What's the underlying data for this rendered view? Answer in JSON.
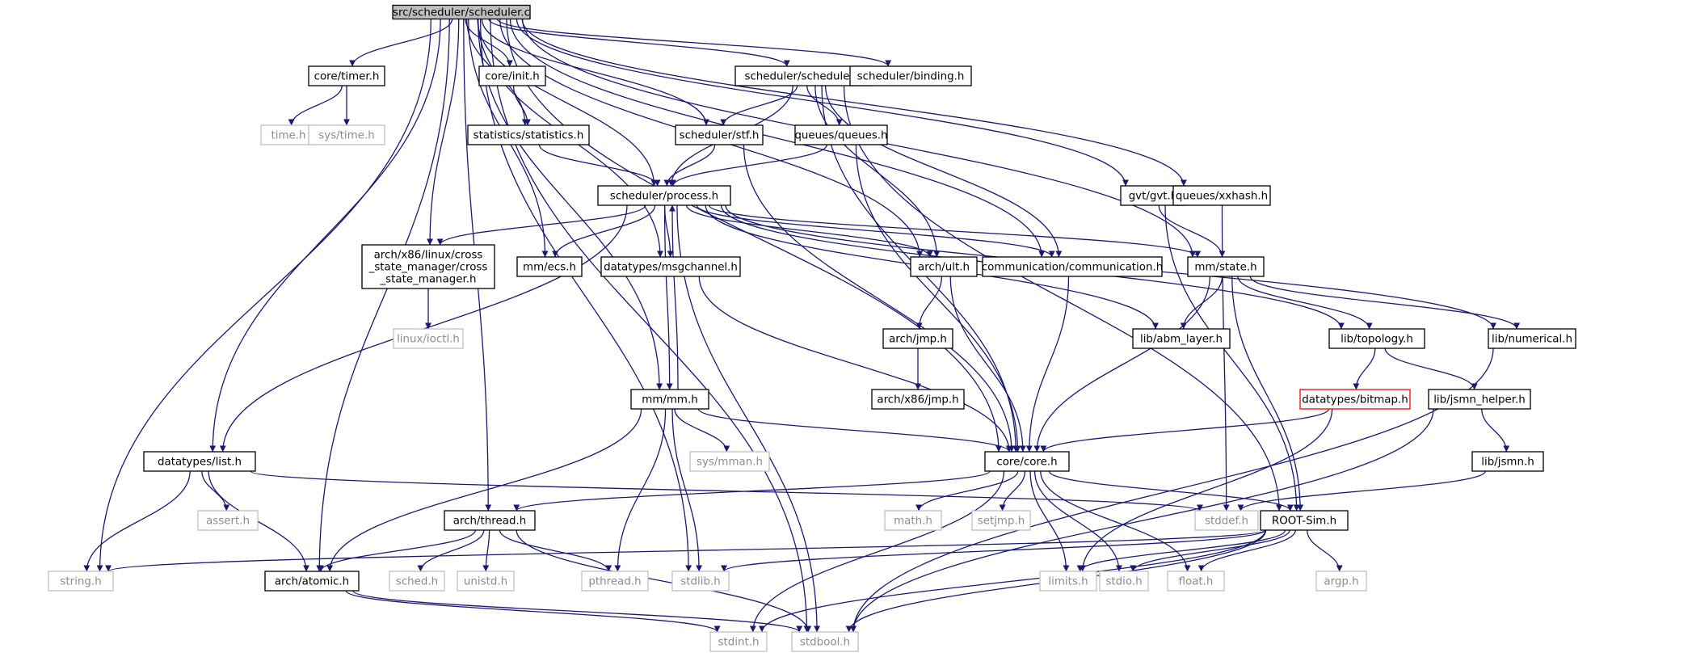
{
  "title": "src/scheduler/scheduler.c",
  "colors": {
    "edge": "#191970",
    "node_border": "#000000",
    "system_header_border": "#bfbfbf",
    "system_header_text": "#8c8c8c",
    "root_fill": "#bfbfbf",
    "missing_border": "#ff0000",
    "background": "#ffffff"
  },
  "nodes": [
    {
      "id": "root",
      "label": "src/scheduler/scheduler.c",
      "kind": "root"
    },
    {
      "id": "timer",
      "label": "core/timer.h",
      "kind": "file"
    },
    {
      "id": "time",
      "label": "time.h",
      "kind": "system"
    },
    {
      "id": "systime",
      "label": "sys/time.h",
      "kind": "system"
    },
    {
      "id": "init",
      "label": "core/init.h",
      "kind": "file"
    },
    {
      "id": "statistics",
      "label": "statistics/statistics.h",
      "kind": "file"
    },
    {
      "id": "schedh",
      "label": "scheduler/scheduler.h",
      "kind": "file"
    },
    {
      "id": "binding",
      "label": "scheduler/binding.h",
      "kind": "file"
    },
    {
      "id": "stf",
      "label": "scheduler/stf.h",
      "kind": "file"
    },
    {
      "id": "queues",
      "label": "queues/queues.h",
      "kind": "file"
    },
    {
      "id": "gvt",
      "label": "gvt/gvt.h",
      "kind": "file"
    },
    {
      "id": "xxhash",
      "label": "queues/xxhash.h",
      "kind": "file"
    },
    {
      "id": "process",
      "label": "scheduler/process.h",
      "kind": "file"
    },
    {
      "id": "csm",
      "label": "arch/x86/linux/cross\n_state_manager/cross\n_state_manager.h",
      "kind": "file"
    },
    {
      "id": "ecs",
      "label": "mm/ecs.h",
      "kind": "file"
    },
    {
      "id": "msgchannel",
      "label": "datatypes/msgchannel.h",
      "kind": "file"
    },
    {
      "id": "ult",
      "label": "arch/ult.h",
      "kind": "file"
    },
    {
      "id": "comm",
      "label": "communication/communication.h",
      "kind": "file"
    },
    {
      "id": "state",
      "label": "mm/state.h",
      "kind": "file"
    },
    {
      "id": "ioctl",
      "label": "linux/ioctl.h",
      "kind": "system"
    },
    {
      "id": "jmp",
      "label": "arch/jmp.h",
      "kind": "file"
    },
    {
      "id": "abm",
      "label": "lib/abm_layer.h",
      "kind": "file"
    },
    {
      "id": "topology",
      "label": "lib/topology.h",
      "kind": "file"
    },
    {
      "id": "numerical",
      "label": "lib/numerical.h",
      "kind": "file"
    },
    {
      "id": "x86jmp",
      "label": "arch/x86/jmp.h",
      "kind": "file"
    },
    {
      "id": "mm",
      "label": "mm/mm.h",
      "kind": "file"
    },
    {
      "id": "bitmap",
      "label": "datatypes/bitmap.h",
      "kind": "missing"
    },
    {
      "id": "jsmnhelper",
      "label": "lib/jsmn_helper.h",
      "kind": "file"
    },
    {
      "id": "list",
      "label": "datatypes/list.h",
      "kind": "file"
    },
    {
      "id": "sysmman",
      "label": "sys/mman.h",
      "kind": "system"
    },
    {
      "id": "core",
      "label": "core/core.h",
      "kind": "file"
    },
    {
      "id": "jsmn",
      "label": "lib/jsmn.h",
      "kind": "file"
    },
    {
      "id": "assert",
      "label": "assert.h",
      "kind": "system"
    },
    {
      "id": "thread",
      "label": "arch/thread.h",
      "kind": "file"
    },
    {
      "id": "math",
      "label": "math.h",
      "kind": "system"
    },
    {
      "id": "setjmp",
      "label": "setjmp.h",
      "kind": "system"
    },
    {
      "id": "stddef",
      "label": "stddef.h",
      "kind": "system"
    },
    {
      "id": "rootsim",
      "label": "ROOT-Sim.h",
      "kind": "file"
    },
    {
      "id": "string",
      "label": "string.h",
      "kind": "system"
    },
    {
      "id": "atomic",
      "label": "arch/atomic.h",
      "kind": "file"
    },
    {
      "id": "sched",
      "label": "sched.h",
      "kind": "system"
    },
    {
      "id": "unistd",
      "label": "unistd.h",
      "kind": "system"
    },
    {
      "id": "pthread",
      "label": "pthread.h",
      "kind": "system"
    },
    {
      "id": "stdlib",
      "label": "stdlib.h",
      "kind": "system"
    },
    {
      "id": "limits",
      "label": "limits.h",
      "kind": "system"
    },
    {
      "id": "stdio",
      "label": "stdio.h",
      "kind": "system"
    },
    {
      "id": "float",
      "label": "float.h",
      "kind": "system"
    },
    {
      "id": "argp",
      "label": "argp.h",
      "kind": "system"
    },
    {
      "id": "stdint",
      "label": "stdint.h",
      "kind": "system"
    },
    {
      "id": "stdbool",
      "label": "stdbool.h",
      "kind": "system"
    }
  ],
  "edges": [
    [
      "root",
      "timer"
    ],
    [
      "root",
      "init"
    ],
    [
      "root",
      "statistics"
    ],
    [
      "root",
      "schedh"
    ],
    [
      "root",
      "binding"
    ],
    [
      "root",
      "stf"
    ],
    [
      "root",
      "gvt"
    ],
    [
      "root",
      "xxhash"
    ],
    [
      "root",
      "process"
    ],
    [
      "root",
      "csm"
    ],
    [
      "root",
      "ecs"
    ],
    [
      "root",
      "msgchannel"
    ],
    [
      "root",
      "ult"
    ],
    [
      "root",
      "comm"
    ],
    [
      "root",
      "state"
    ],
    [
      "root",
      "mm"
    ],
    [
      "root",
      "list"
    ],
    [
      "root",
      "core"
    ],
    [
      "root",
      "thread"
    ],
    [
      "root",
      "string"
    ],
    [
      "root",
      "atomic"
    ],
    [
      "root",
      "stdlib"
    ],
    [
      "root",
      "stdbool"
    ],
    [
      "timer",
      "time"
    ],
    [
      "timer",
      "systime"
    ],
    [
      "init",
      "statistics"
    ],
    [
      "statistics",
      "process"
    ],
    [
      "schedh",
      "process"
    ],
    [
      "schedh",
      "stf"
    ],
    [
      "schedh",
      "queues"
    ],
    [
      "schedh",
      "ult"
    ],
    [
      "schedh",
      "comm"
    ],
    [
      "schedh",
      "core"
    ],
    [
      "schedh",
      "rootsim"
    ],
    [
      "stf",
      "process"
    ],
    [
      "stf",
      "core"
    ],
    [
      "queues",
      "process"
    ],
    [
      "queues",
      "core"
    ],
    [
      "gvt",
      "state"
    ],
    [
      "gvt",
      "rootsim"
    ],
    [
      "xxhash",
      "stddef"
    ],
    [
      "process",
      "csm"
    ],
    [
      "process",
      "ecs"
    ],
    [
      "process",
      "msgchannel"
    ],
    [
      "process",
      "ult"
    ],
    [
      "process",
      "comm"
    ],
    [
      "process",
      "state"
    ],
    [
      "process",
      "abm"
    ],
    [
      "process",
      "topology"
    ],
    [
      "process",
      "numerical"
    ],
    [
      "process",
      "mm"
    ],
    [
      "process",
      "list"
    ],
    [
      "process",
      "stdbool"
    ],
    [
      "csm",
      "ioctl"
    ],
    [
      "msgchannel",
      "core"
    ],
    [
      "ult",
      "jmp"
    ],
    [
      "ult",
      "core"
    ],
    [
      "comm",
      "core"
    ],
    [
      "state",
      "abm"
    ],
    [
      "state",
      "topology"
    ],
    [
      "state",
      "numerical"
    ],
    [
      "state",
      "core"
    ],
    [
      "state",
      "rootsim"
    ],
    [
      "jmp",
      "x86jmp"
    ],
    [
      "topology",
      "bitmap"
    ],
    [
      "topology",
      "jsmnhelper"
    ],
    [
      "numerical",
      "stdbool"
    ],
    [
      "mm",
      "process"
    ],
    [
      "mm",
      "core"
    ],
    [
      "mm",
      "sysmman"
    ],
    [
      "mm",
      "atomic"
    ],
    [
      "mm",
      "pthread"
    ],
    [
      "mm",
      "stdlib"
    ],
    [
      "bitmap",
      "core"
    ],
    [
      "bitmap",
      "limits"
    ],
    [
      "jsmnhelper",
      "jsmn"
    ],
    [
      "jsmnhelper",
      "stdbool"
    ],
    [
      "jsmn",
      "stddef"
    ],
    [
      "list",
      "atomic"
    ],
    [
      "list",
      "assert"
    ],
    [
      "list",
      "stddef"
    ],
    [
      "list",
      "string"
    ],
    [
      "core",
      "thread"
    ],
    [
      "core",
      "math"
    ],
    [
      "core",
      "setjmp"
    ],
    [
      "core",
      "rootsim"
    ],
    [
      "core",
      "limits"
    ],
    [
      "core",
      "stdio"
    ],
    [
      "core",
      "float"
    ],
    [
      "core",
      "stdint"
    ],
    [
      "thread",
      "atomic"
    ],
    [
      "thread",
      "sched"
    ],
    [
      "thread",
      "unistd"
    ],
    [
      "thread",
      "pthread"
    ],
    [
      "thread",
      "stdbool"
    ],
    [
      "rootsim",
      "string"
    ],
    [
      "rootsim",
      "stdlib"
    ],
    [
      "rootsim",
      "limits"
    ],
    [
      "rootsim",
      "stdio"
    ],
    [
      "rootsim",
      "float"
    ],
    [
      "rootsim",
      "argp"
    ],
    [
      "rootsim",
      "stdint"
    ],
    [
      "rootsim",
      "stdbool"
    ],
    [
      "atomic",
      "stdint"
    ],
    [
      "atomic",
      "stdbool"
    ]
  ]
}
